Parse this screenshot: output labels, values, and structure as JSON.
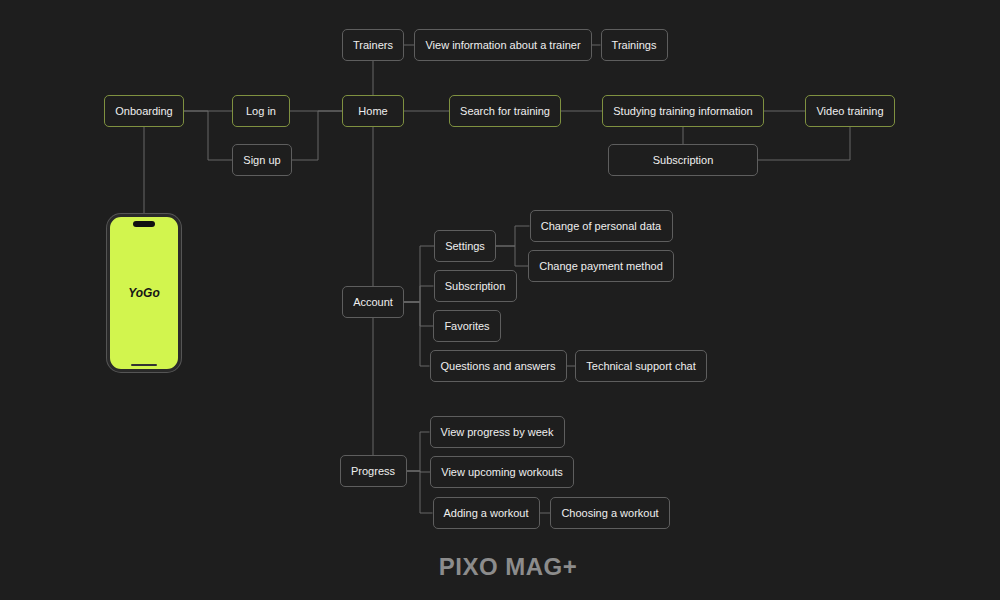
{
  "diagram": {
    "nodes": [
      {
        "text": [
          "Trainers"
        ]
      },
      {
        "text": [
          "View information about a trainer"
        ]
      },
      {
        "text": [
          "Trainings"
        ]
      },
      {
        "text": [
          "Onboarding"
        ]
      },
      {
        "text": [
          "Log in"
        ]
      },
      {
        "text": [
          "Home"
        ]
      },
      {
        "text": [
          "Search for training"
        ]
      },
      {
        "text": [
          "Studying training information"
        ]
      },
      {
        "text": [
          "Video training"
        ]
      },
      {
        "text": [
          "Sign up"
        ]
      },
      {
        "text": [
          "Subscription"
        ]
      },
      {
        "text": [
          "Change of personal data"
        ]
      },
      {
        "text": [
          "Settings"
        ]
      },
      {
        "text": [
          "Change payment method"
        ]
      },
      {
        "text": [
          "Subscription"
        ]
      },
      {
        "text": [
          "Account"
        ]
      },
      {
        "text": [
          "Favorites"
        ]
      },
      {
        "text": [
          "Questions and answers"
        ]
      },
      {
        "text": [
          "Technical support chat"
        ]
      },
      {
        "text": [
          "View progress by week"
        ]
      },
      {
        "text": [
          "View upcoming workouts"
        ]
      },
      {
        "text": [
          "Progress"
        ]
      },
      {
        "text": [
          "Adding a workout"
        ]
      },
      {
        "text": [
          "Choosing a workout"
        ]
      },
      {
        "text": [
          "YoGo"
        ]
      }
    ],
    "edges": [
      {
        "from": 3,
        "to": 4,
        "arrow": "none"
      },
      {
        "from": 3,
        "to": 9,
        "arrow": "none"
      },
      {
        "from": 4,
        "to": 5,
        "arrow": "none"
      },
      {
        "from": 9,
        "to": 5,
        "arrow": "none"
      },
      {
        "from": 0,
        "to": 1,
        "arrow": "none"
      },
      {
        "from": 1,
        "to": 2,
        "arrow": "none"
      },
      {
        "from": 0,
        "to": 5,
        "arrow": "none"
      },
      {
        "from": 5,
        "to": 6,
        "arrow": "none"
      },
      {
        "from": 6,
        "to": 7,
        "arrow": "none"
      },
      {
        "from": 7,
        "to": 8,
        "arrow": "none"
      },
      {
        "from": 7,
        "to": 10,
        "arrow": "none"
      },
      {
        "from": 8,
        "to": 10,
        "arrow": "none"
      },
      {
        "from": 5,
        "to": 15,
        "arrow": "none"
      },
      {
        "from": 15,
        "to": 12,
        "arrow": "none"
      },
      {
        "from": 15,
        "to": 14,
        "arrow": "none"
      },
      {
        "from": 15,
        "to": 16,
        "arrow": "none"
      },
      {
        "from": 15,
        "to": 17,
        "arrow": "none"
      },
      {
        "from": 12,
        "to": 11,
        "arrow": "none"
      },
      {
        "from": 12,
        "to": 13,
        "arrow": "none"
      },
      {
        "from": 17,
        "to": 18,
        "arrow": "none"
      },
      {
        "from": 15,
        "to": 21,
        "arrow": "none"
      },
      {
        "from": 21,
        "to": 19,
        "arrow": "none"
      },
      {
        "from": 21,
        "to": 20,
        "arrow": "none"
      },
      {
        "from": 21,
        "to": 22,
        "arrow": "none"
      },
      {
        "from": 22,
        "to": 23,
        "arrow": "none"
      },
      {
        "from": 3,
        "to": 24,
        "arrow": "none"
      }
    ],
    "labels": [
      "PIXO MAG+"
    ]
  }
}
